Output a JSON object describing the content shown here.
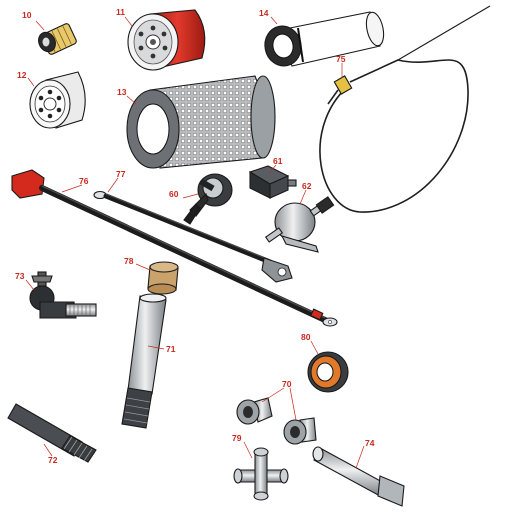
{
  "parts": [
    {
      "key": "p10",
      "label": "10",
      "name": "fuel-filter-small"
    },
    {
      "key": "p11",
      "label": "11",
      "name": "spin-on-filter-red"
    },
    {
      "key": "p14",
      "label": "14",
      "name": "inner-air-filter"
    },
    {
      "key": "p12",
      "label": "12",
      "name": "oil-filter"
    },
    {
      "key": "p75",
      "label": "75",
      "name": "throttle-cable"
    },
    {
      "key": "p13",
      "label": "13",
      "name": "air-filter-element"
    },
    {
      "key": "p61",
      "label": "61",
      "name": "relay-switch"
    },
    {
      "key": "p76",
      "label": "76",
      "name": "battery-cable-long"
    },
    {
      "key": "p77",
      "label": "77",
      "name": "battery-cable-short"
    },
    {
      "key": "p60",
      "label": "60",
      "name": "ignition-switch-keys"
    },
    {
      "key": "p62",
      "label": "62",
      "name": "fuel-pump"
    },
    {
      "key": "p78",
      "label": "78",
      "name": "bushing"
    },
    {
      "key": "p73",
      "label": "73",
      "name": "tie-rod-end"
    },
    {
      "key": "p71",
      "label": "71",
      "name": "spindle-shaft"
    },
    {
      "key": "p80",
      "label": "80",
      "name": "wheel-bearing"
    },
    {
      "key": "p70",
      "label": "70",
      "name": "flange-bushings"
    },
    {
      "key": "p72",
      "label": "72",
      "name": "threaded-rod"
    },
    {
      "key": "p79",
      "label": "79",
      "name": "universal-joint-cross"
    },
    {
      "key": "p74",
      "label": "74",
      "name": "clevis-pin"
    }
  ],
  "colors": {
    "callout": "#c8281e",
    "red_part": "#d42a1e",
    "metal": "#c9cdd1",
    "outline": "#1a1a1a"
  }
}
